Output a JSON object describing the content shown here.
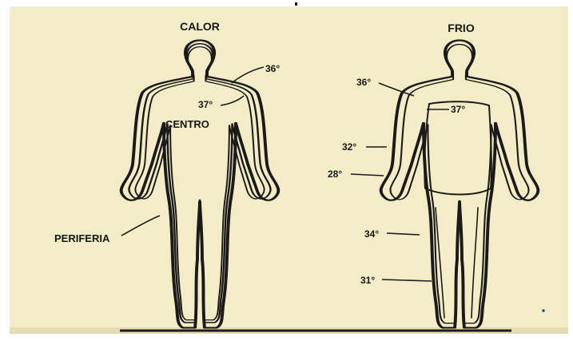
{
  "panels": {
    "left": {
      "title": "CALOR"
    },
    "right": {
      "title": "FRIO"
    }
  },
  "labels": {
    "centro": "CENTRO",
    "periferia": "PERIFERIA",
    "calor_skin": "36°",
    "calor_core": "37°",
    "frio_shoulder": "36°",
    "frio_core": "37°",
    "frio_upper_arm": "32°",
    "frio_forearm": "28°",
    "frio_thigh": "34°",
    "frio_calf": "31°"
  },
  "colors": {
    "paper": "#f3edc7",
    "ink": "#1a1a1a",
    "page": "#ffffff"
  }
}
